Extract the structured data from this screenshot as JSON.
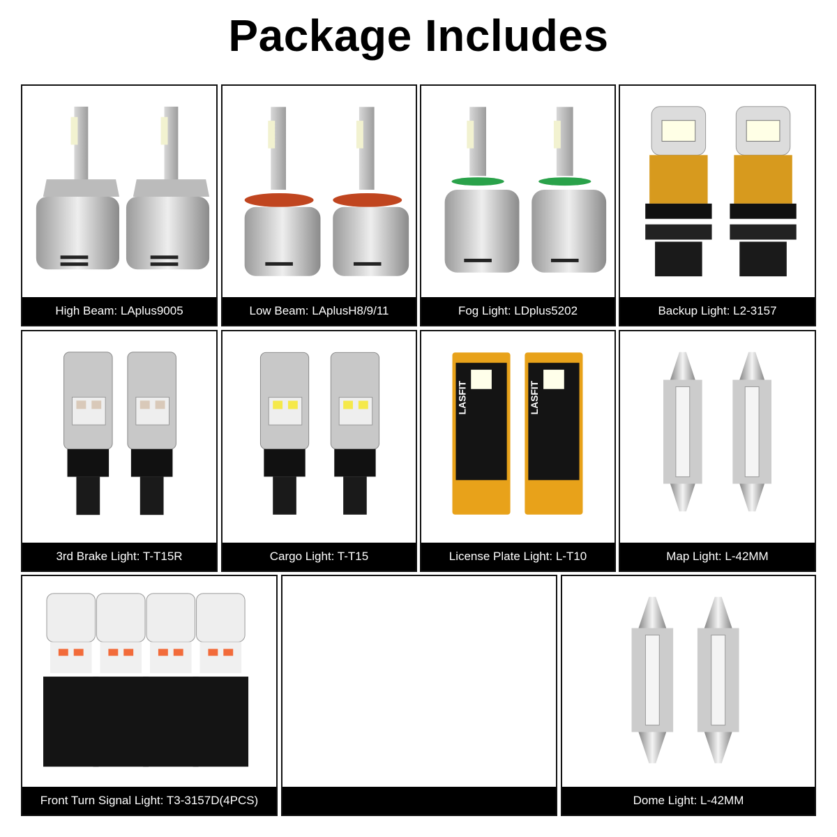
{
  "title": "Package Includes",
  "items": [
    {
      "caption": "High Beam: LAplus9005",
      "icon": "headlight-bulb-icon"
    },
    {
      "caption": "Low Beam: LAplusH8/9/11",
      "icon": "headlight-bulb-icon"
    },
    {
      "caption": "Fog Light: LDplus5202",
      "icon": "headlight-bulb-icon"
    },
    {
      "caption": "Backup Light: L2-3157",
      "icon": "wedge-bulb-icon"
    },
    {
      "caption": "3rd Brake Light: T-T15R",
      "icon": "wedge-bulb-icon"
    },
    {
      "caption": "Cargo Light: T-T15",
      "icon": "wedge-bulb-icon"
    },
    {
      "caption": "License Plate Light: L-T10",
      "icon": "pcb-bulb-icon"
    },
    {
      "caption": "Map Light: L-42MM",
      "icon": "festoon-bulb-icon"
    },
    {
      "caption": "Front Turn Signal Light: T3-3157D(4PCS)",
      "icon": "wedge-bulb-icon"
    },
    {
      "caption": "",
      "icon": ""
    },
    {
      "caption": "Dome Light: L-42MM",
      "icon": "festoon-bulb-icon"
    }
  ],
  "pcb_brand": "LASFIT",
  "colors": {
    "caption_bg": "#000000",
    "caption_text": "#ffffff",
    "border": "#111111",
    "gold": "#d79a1e",
    "pcb_yellow": "#e8a21a",
    "socket_red": "#c0451f"
  }
}
